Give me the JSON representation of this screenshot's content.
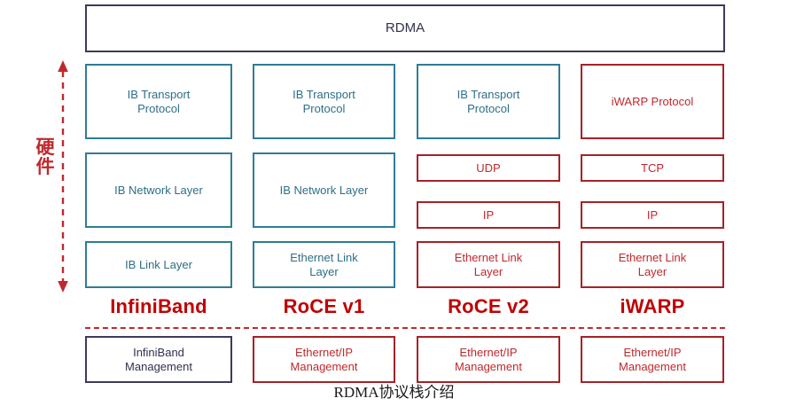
{
  "diagram": {
    "caption": "RDMA协议栈介绍",
    "top_bar": {
      "label": "RDMA"
    },
    "hardware_axis": {
      "label": "硬件",
      "arrow": "double-headed-vertical-dashed",
      "color": "#C0282C"
    },
    "divider": {
      "style": "dashed",
      "color": "#C0282C"
    },
    "colors": {
      "teal_border": "#2E7D96",
      "teal_text": "#2E6E86",
      "red_border": "#A62226",
      "red_text": "#C0282C",
      "navy_border": "#3B3B5C",
      "navy_text": "#31314F",
      "family_label": "#C00000"
    },
    "columns": [
      {
        "family": "InfiniBand",
        "stack": [
          {
            "label": "IB Transport\nProtocol",
            "style": "teal"
          },
          {
            "label": "IB Network Layer",
            "style": "teal"
          },
          {
            "label": "IB Link Layer",
            "style": "teal"
          }
        ],
        "management": {
          "label": "InfiniBand\nManagement",
          "style": "navy"
        }
      },
      {
        "family": "RoCE v1",
        "stack": [
          {
            "label": "IB Transport\nProtocol",
            "style": "teal"
          },
          {
            "label": "IB Network Layer",
            "style": "teal"
          },
          {
            "label": "Ethernet Link\nLayer",
            "style": "teal"
          }
        ],
        "management": {
          "label": "Ethernet/IP\nManagement",
          "style": "red"
        }
      },
      {
        "family": "RoCE v2",
        "stack": [
          {
            "label": "IB Transport\nProtocol",
            "style": "teal"
          },
          {
            "label": "UDP",
            "style": "red"
          },
          {
            "label": "IP",
            "style": "red"
          },
          {
            "label": "Ethernet Link\nLayer",
            "style": "red"
          }
        ],
        "management": {
          "label": "Ethernet/IP\nManagement",
          "style": "red"
        }
      },
      {
        "family": "iWARP",
        "stack": [
          {
            "label": "iWARP Protocol",
            "style": "red"
          },
          {
            "label": "TCP",
            "style": "red"
          },
          {
            "label": "IP",
            "style": "red"
          },
          {
            "label": "Ethernet Link\nLayer",
            "style": "red"
          }
        ],
        "management": {
          "label": "Ethernet/IP\nManagement",
          "style": "red"
        }
      }
    ]
  }
}
